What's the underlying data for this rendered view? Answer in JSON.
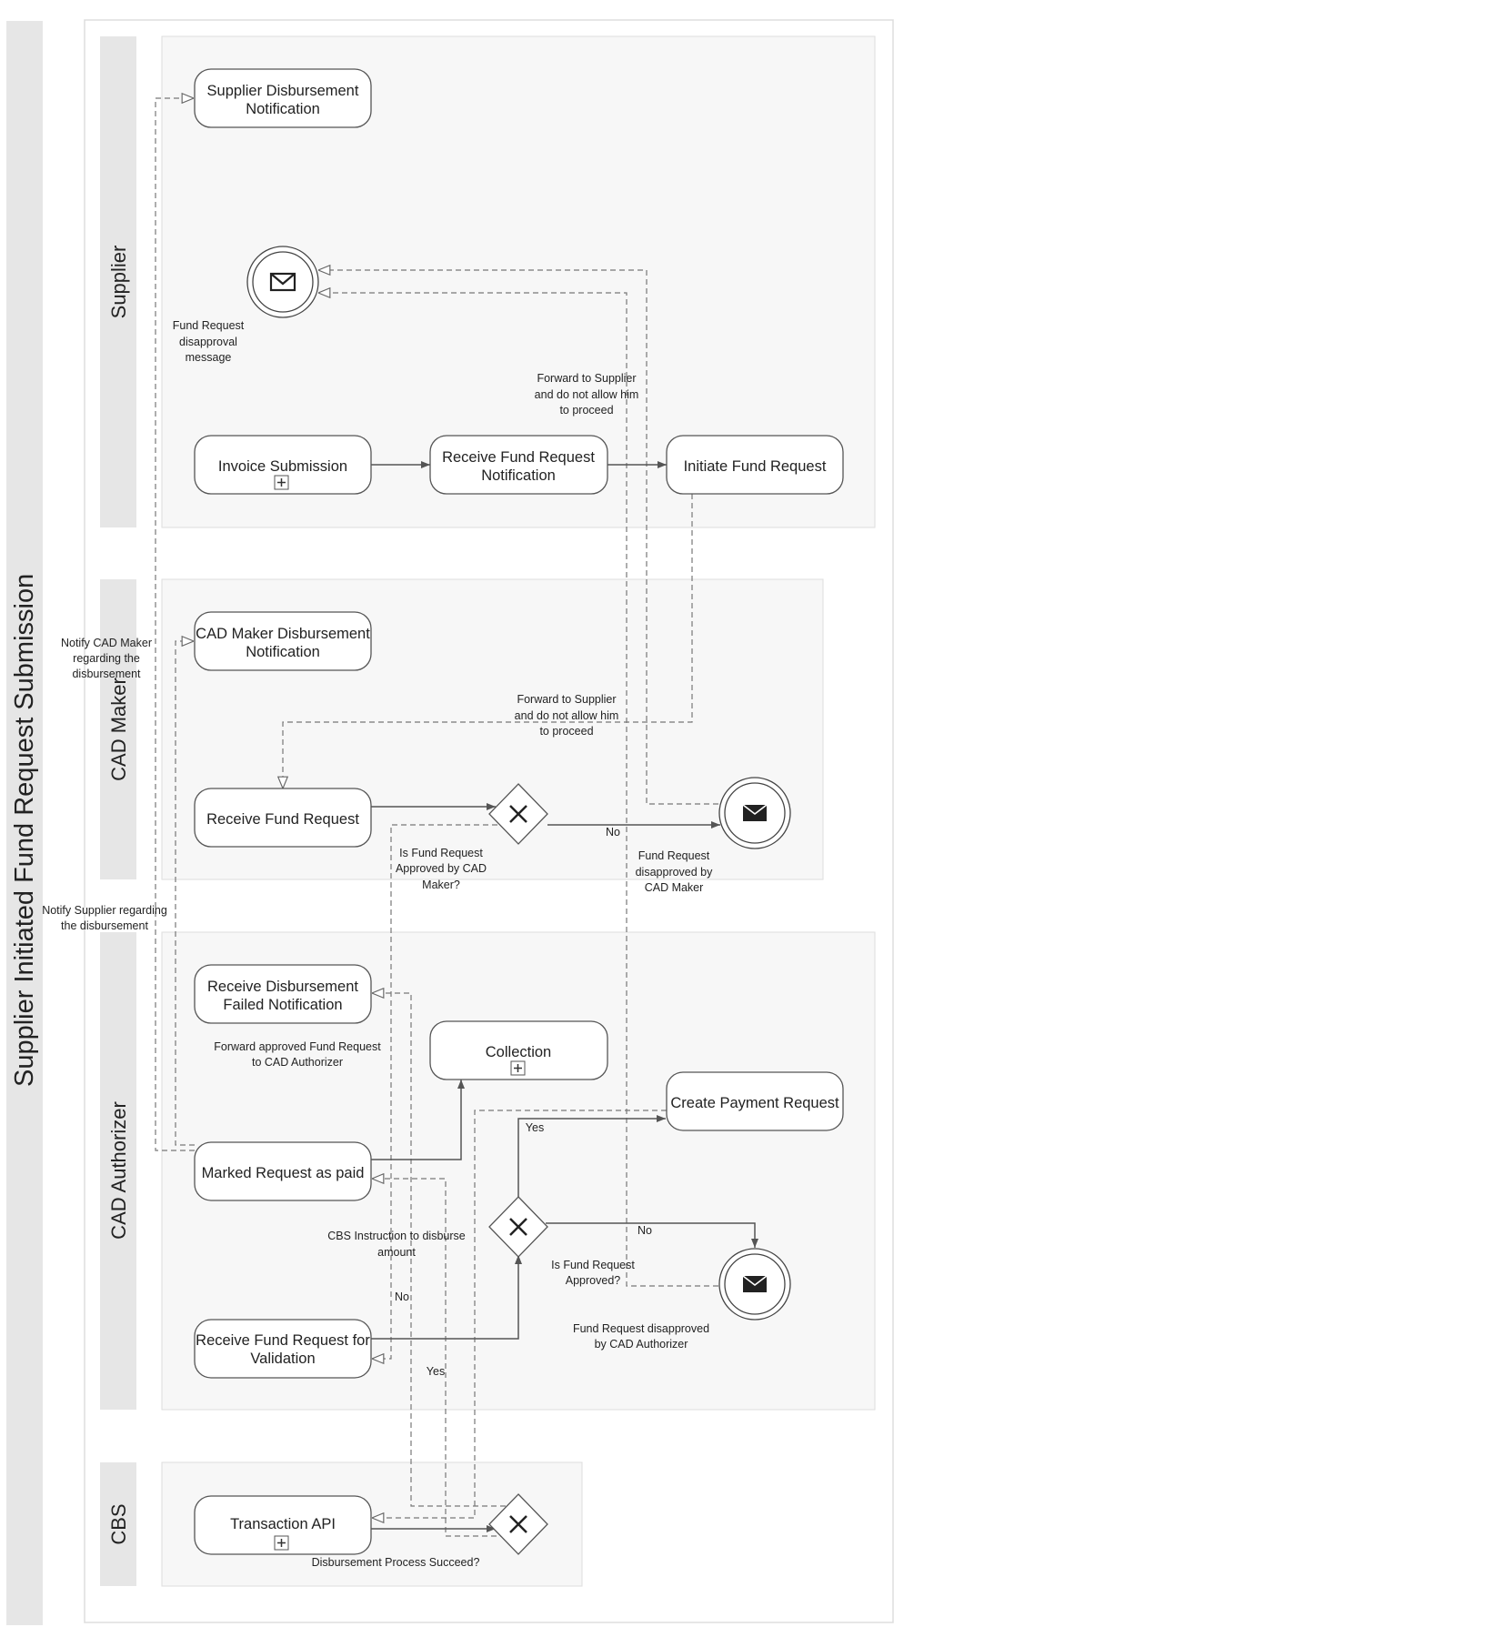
{
  "diagram": {
    "pool_title": "Supplier Initiated Fund Request Submission",
    "lanes": [
      "Supplier",
      "CAD Maker",
      "CAD Authorizer",
      "CBS"
    ],
    "tasks": {
      "supplier_disbursement_notification": [
        "Supplier Disbursement",
        "Notification"
      ],
      "invoice_submission": [
        "Invoice Submission"
      ],
      "receive_fund_request_notification": [
        "Receive Fund Request",
        "Notification"
      ],
      "initiate_fund_request": [
        "Initiate Fund Request"
      ],
      "cad_maker_disbursement_notification": [
        "CAD Maker Disbursement",
        "Notification"
      ],
      "receive_fund_request": [
        "Receive Fund Request"
      ],
      "receive_disbursement_failed_notification": [
        "Receive Disbursement",
        "Failed Notification"
      ],
      "collection": [
        "Collection"
      ],
      "create_payment_request": [
        "Create Payment Request"
      ],
      "marked_request_as_paid": [
        "Marked Request as paid"
      ],
      "receive_fund_request_for_validation": [
        "Receive Fund Request for",
        "Validation"
      ],
      "transaction_api": [
        "Transaction API"
      ]
    },
    "events": {
      "supplier_disapproval_message": [
        "Fund Request",
        "disapproval",
        "message"
      ],
      "cad_maker_disapproved": [
        "Fund Request",
        "disapproved by",
        "CAD Maker"
      ],
      "cad_authorizer_disapproved": [
        "Fund Request disapproved",
        "by CAD Authorizer"
      ]
    },
    "gateways": {
      "cad_maker_approval": [
        "Is Fund Request",
        "Approved by CAD",
        "Maker?"
      ],
      "fund_request_approved": [
        "Is Fund Request",
        "Approved?"
      ],
      "disbursement_succeed": [
        "Disbursement Process Succeed?"
      ]
    },
    "flow_labels": {
      "forward_to_supplier_1": [
        "Forward to Supplier",
        "and do not allow him",
        "to proceed"
      ],
      "forward_to_supplier_2": [
        "Forward to Supplier",
        "and do not allow him",
        "to proceed"
      ],
      "notify_cad_maker": [
        "Notify CAD Maker",
        "regarding the",
        "disbursement"
      ],
      "notify_supplier": [
        "Notify Supplier regarding",
        "the disbursement"
      ],
      "forward_approved": [
        "Forward approved Fund Request",
        "to CAD Authorizer"
      ],
      "cbs_instruction": [
        "CBS Instruction to disburse",
        "amount"
      ],
      "no_maker": "No",
      "yes_approved": "Yes",
      "no_approved": "No",
      "no_cbs": "No",
      "yes_cbs": "Yes"
    }
  },
  "colors": {
    "lane_fill": "#e6e6e6",
    "area_fill": "#f7f7f7",
    "stroke": "#555555"
  }
}
